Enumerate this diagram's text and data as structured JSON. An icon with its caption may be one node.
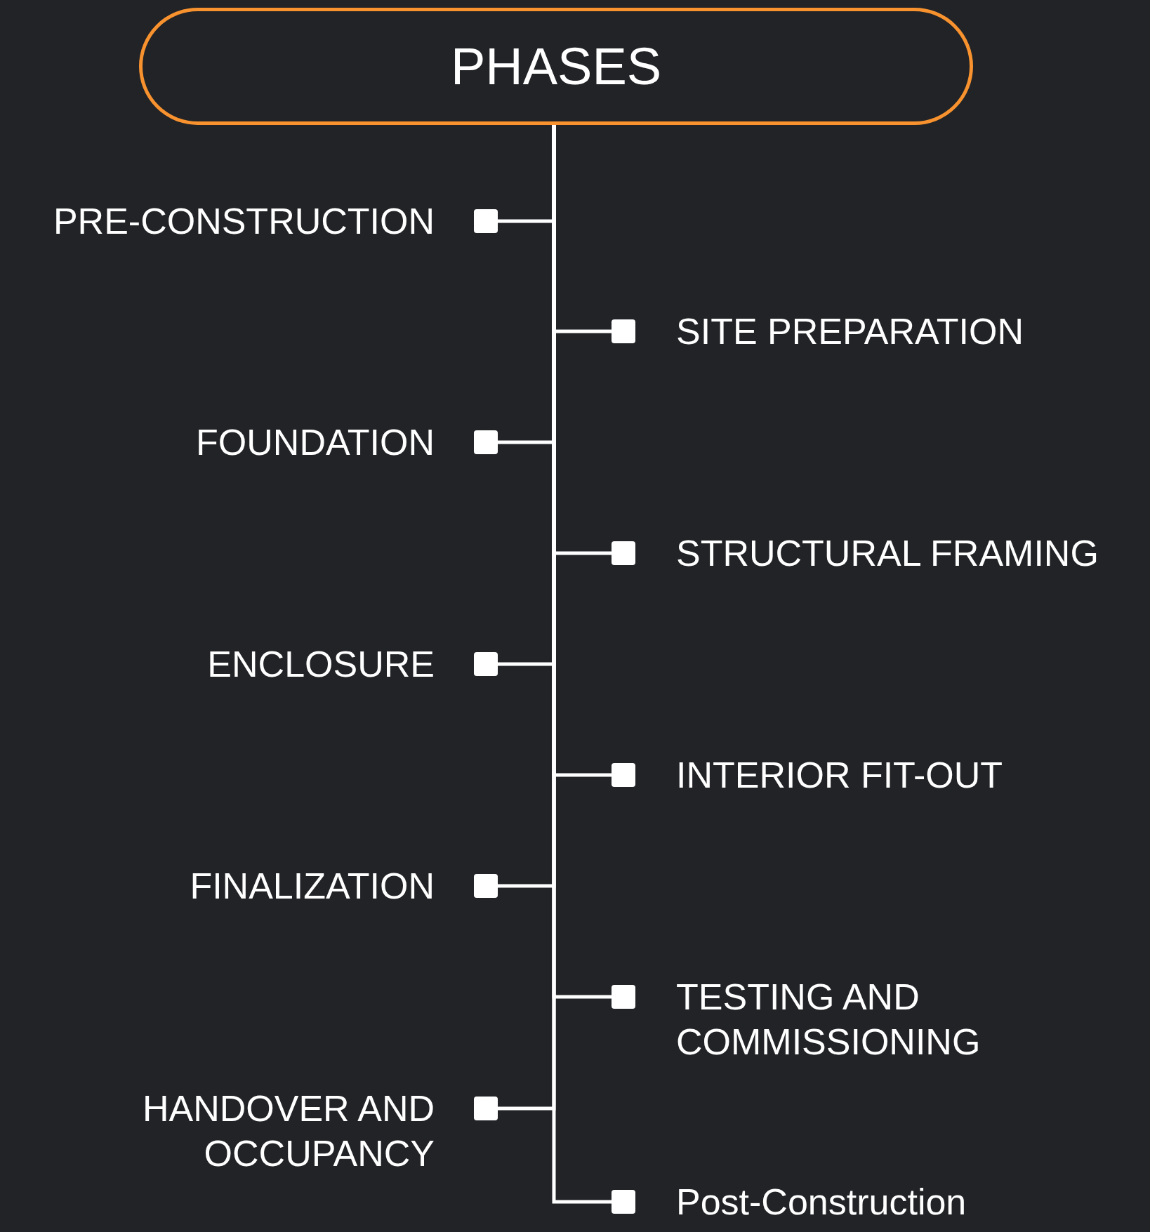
{
  "diagram": {
    "nodes": [
      {
        "text": [
          "PHASES"
        ]
      },
      {
        "text": [
          "PRE-CONSTRUCTION"
        ]
      },
      {
        "text": [
          "SITE PREPARATION"
        ]
      },
      {
        "text": [
          "FOUNDATION"
        ]
      },
      {
        "text": [
          "STRUCTURAL FRAMING"
        ]
      },
      {
        "text": [
          "ENCLOSURE"
        ]
      },
      {
        "text": [
          "INTERIOR FIT-OUT"
        ]
      },
      {
        "text": [
          "FINALIZATION"
        ]
      },
      {
        "text": [
          "TESTING AND COMMISSIONING"
        ]
      },
      {
        "text": [
          "HANDOVER AND OCCUPANCY"
        ]
      },
      {
        "text": [
          "Post-Construction"
        ]
      }
    ],
    "edges": [
      {
        "from": 0,
        "to": 1,
        "arrow": "other"
      },
      {
        "from": 0,
        "to": 2,
        "arrow": "other"
      },
      {
        "from": 0,
        "to": 3,
        "arrow": "other"
      },
      {
        "from": 0,
        "to": 4,
        "arrow": "other"
      },
      {
        "from": 0,
        "to": 5,
        "arrow": "other"
      },
      {
        "from": 0,
        "to": 6,
        "arrow": "other"
      },
      {
        "from": 0,
        "to": 7,
        "arrow": "other"
      },
      {
        "from": 0,
        "to": 8,
        "arrow": "other"
      },
      {
        "from": 0,
        "to": 9,
        "arrow": "other"
      },
      {
        "from": 0,
        "to": 10,
        "arrow": "other"
      }
    ]
  }
}
